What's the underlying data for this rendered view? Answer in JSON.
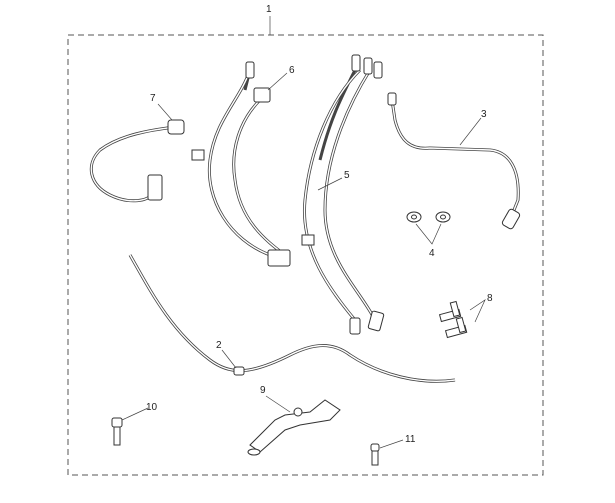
{
  "diagram": {
    "callouts": {
      "kit": "1",
      "harness_long": "2",
      "hose": "3",
      "washers": "4",
      "harness_main": "5",
      "harness_branch": "6",
      "sensor": "7",
      "bolts_pair": "8",
      "bracket": "9",
      "bolt_left": "10",
      "bolt_right": "11"
    },
    "colors": {
      "line": "#333333",
      "background": "#ffffff"
    }
  }
}
